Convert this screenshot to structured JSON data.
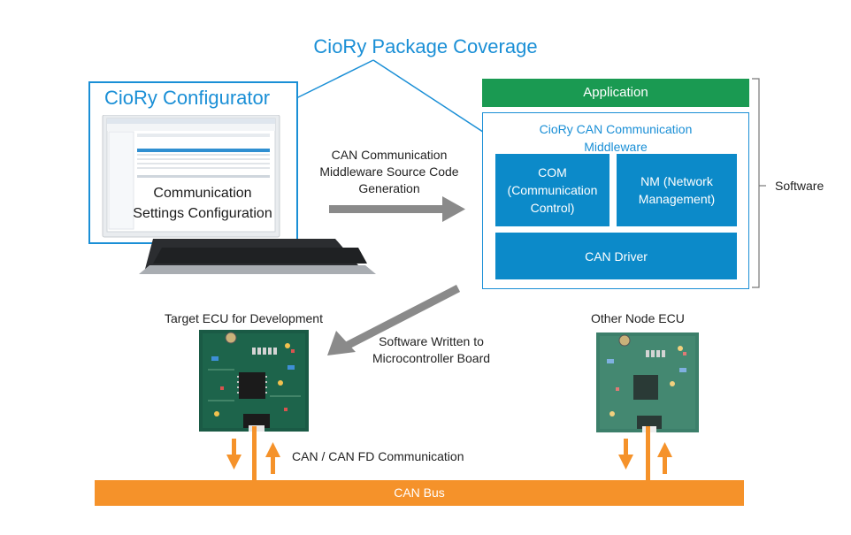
{
  "title": "CioRy Package Coverage",
  "configurator": {
    "title": "CioRy Configurator",
    "screen_text": [
      "Communication",
      "Settings Configuration"
    ]
  },
  "generation_label": [
    "CAN Communication",
    "Middleware Source Code",
    "Generation"
  ],
  "software_stack": {
    "application": "Application",
    "middleware_title": [
      "CioRy CAN Communication",
      "Middleware"
    ],
    "com": [
      "COM",
      "(Communication",
      "Control)"
    ],
    "nm": [
      "NM (Network",
      "Management)"
    ],
    "can_driver": "CAN Driver",
    "bracket_label": "Software"
  },
  "write_label": [
    "Software Written to",
    "Microcontroller Board"
  ],
  "target_ecu": "Target ECU for Development",
  "other_ecu": "Other Node ECU",
  "comm_label": "CAN / CAN FD Communication",
  "can_bus": "CAN Bus",
  "colors": {
    "accent_blue": "#1a8fd6",
    "block_blue": "#0c8ac9",
    "application_green": "#1a9a52",
    "bus_orange": "#f5922a",
    "arrow_gray": "#8a8a8a",
    "pcb_green": "#1a5a45"
  }
}
